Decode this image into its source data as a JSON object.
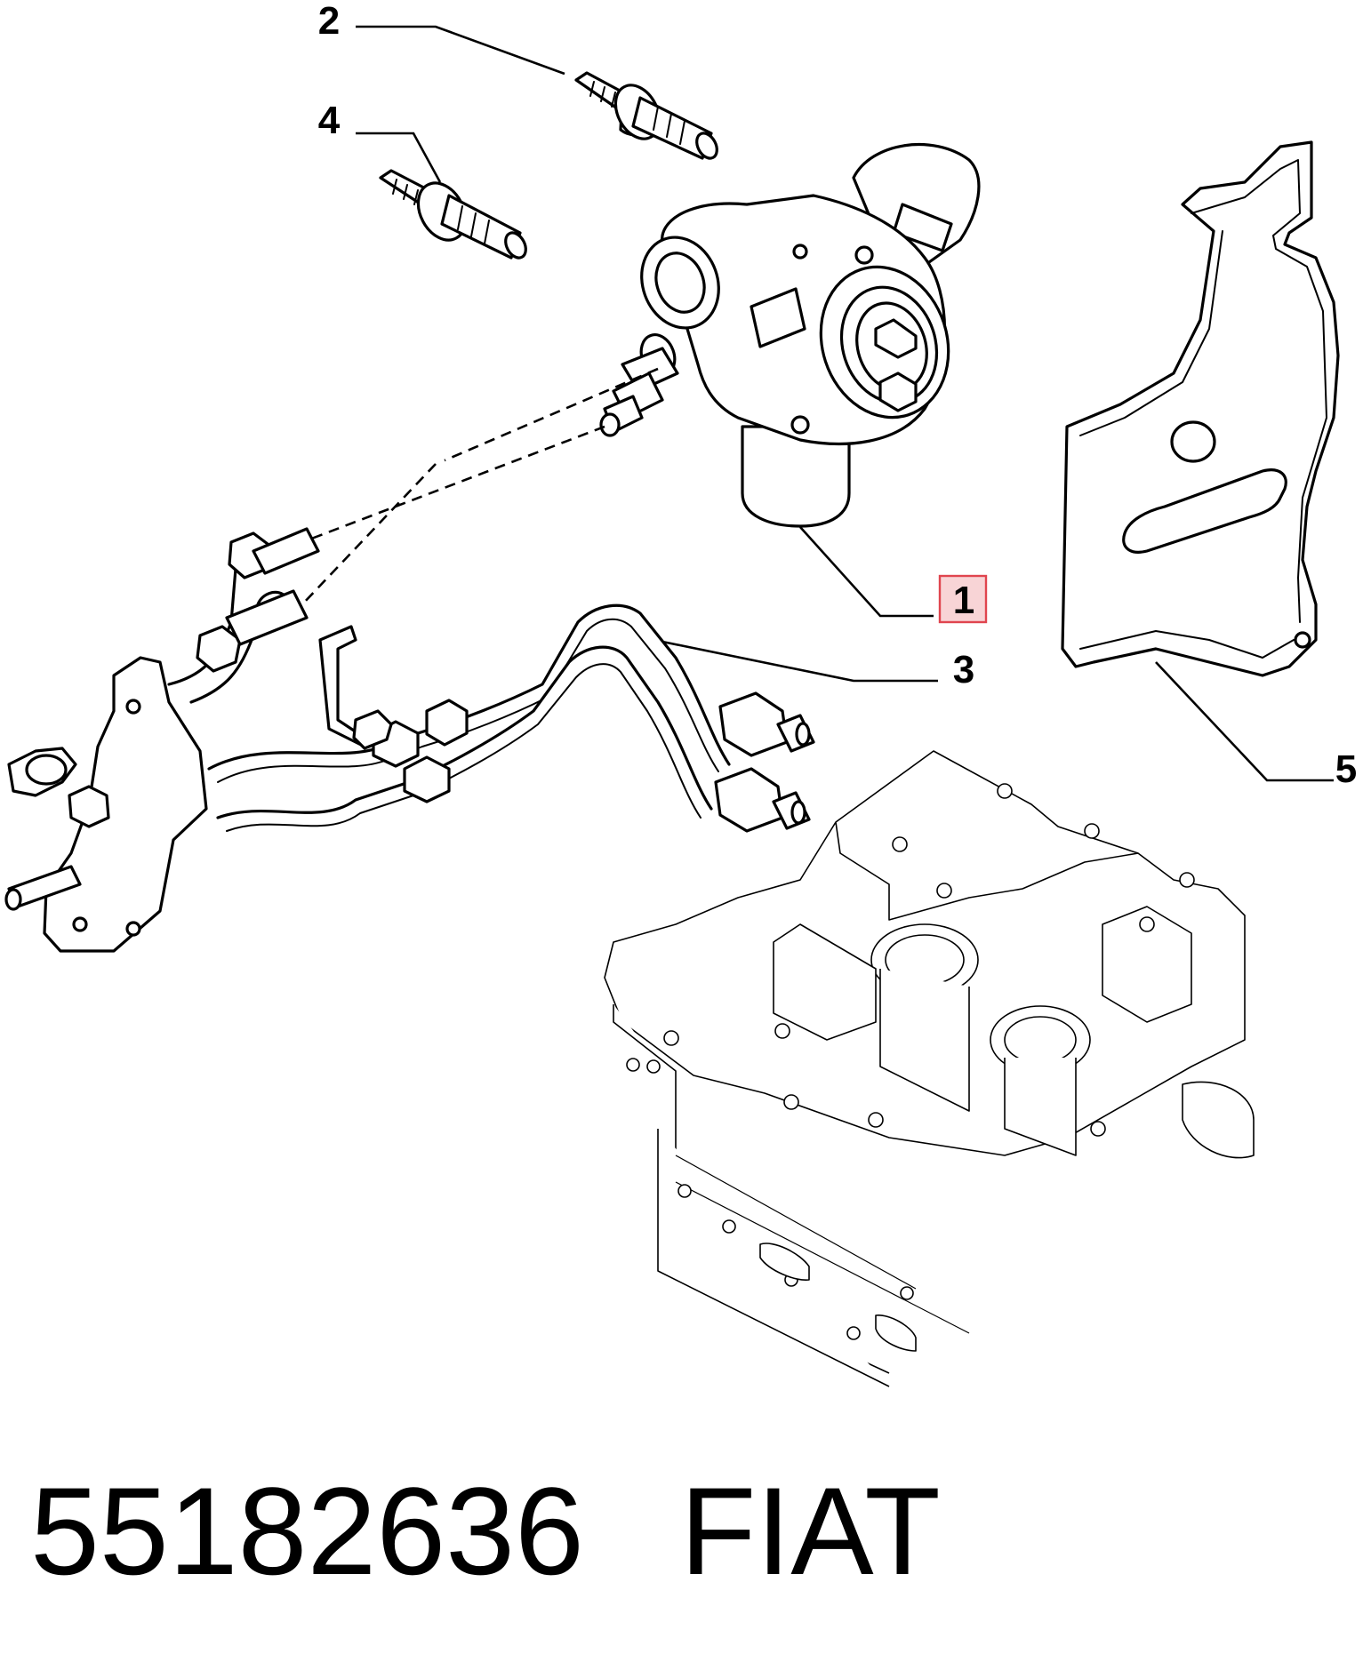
{
  "callouts": [
    {
      "id": "2",
      "label": "2",
      "highlighted": false
    },
    {
      "id": "4",
      "label": "4",
      "highlighted": false
    },
    {
      "id": "1",
      "label": "1",
      "highlighted": true
    },
    {
      "id": "3",
      "label": "3",
      "highlighted": false
    },
    {
      "id": "5",
      "label": "5",
      "highlighted": false
    }
  ],
  "caption": {
    "part_number": "55182636",
    "brand": "FIAT"
  },
  "colors": {
    "line": "#000000",
    "background": "#ffffff",
    "highlight_fill": "#f8d4d6",
    "highlight_border": "#e0454f"
  }
}
